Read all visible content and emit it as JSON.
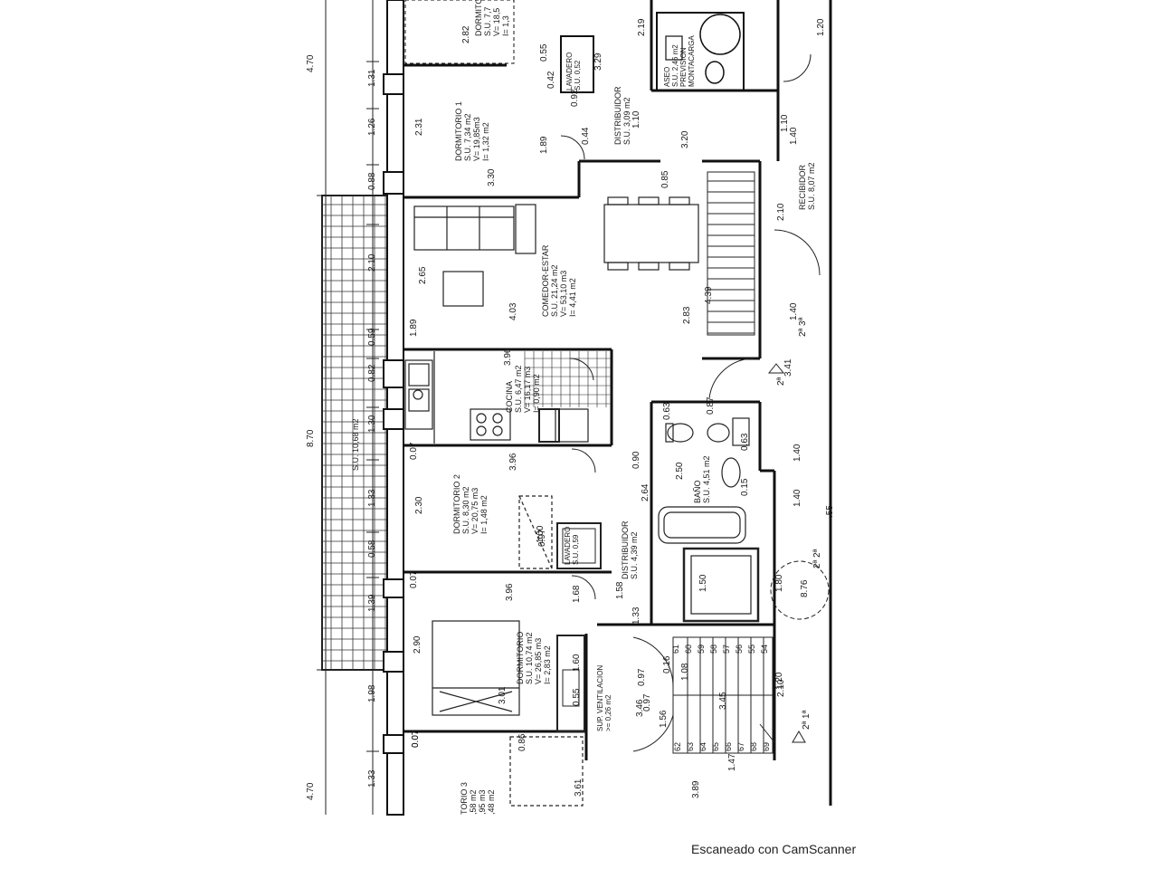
{
  "rooms": [
    {
      "id": "dormitorio1",
      "lines": [
        "DORMITORIO 1",
        "S.U.  7,34  m2",
        "V=  19,85m3",
        "I=   1,32  m2"
      ]
    },
    {
      "id": "comedor",
      "lines": [
        "COMEDOR-ESTAR",
        "S.U.  21,24  m2",
        "V=  53,10  m3",
        "I=   4,41  m2"
      ]
    },
    {
      "id": "cocina",
      "lines": [
        "COCINA",
        "S.U.  6,47  m2",
        "V=  16,17  m3",
        "I=   0,90  m2"
      ]
    },
    {
      "id": "dormitorio2",
      "lines": [
        "DORMITORIO 2",
        "S.U.  8,30  m2",
        "V=  20,75  m3",
        "I=   1,48  m2"
      ]
    },
    {
      "id": "dormitorio-principal",
      "lines": [
        "DORMITORIO",
        "S.U.  10,74  m2",
        "V=  26,85  m3",
        "I=   2,83  m2"
      ]
    },
    {
      "id": "dormitorio3",
      "lines": [
        "TORIO 3",
        ",58  m2",
        ",95  m3",
        ",48  m2"
      ]
    },
    {
      "id": "dormitorio-top",
      "lines": [
        "DORMITO",
        "S.U.  7,7",
        "V=  18,5",
        "I=   1,3"
      ]
    },
    {
      "id": "distribuidor1",
      "lines": [
        "DISTRIBUIDOR",
        "S.U.  3,09  m2"
      ]
    },
    {
      "id": "distribuidor2",
      "lines": [
        "DISTRIBUIDOR",
        "S.U.  4,39  m2"
      ]
    },
    {
      "id": "recibidor",
      "lines": [
        "RECIBIDOR",
        "S.U.  8,07  m2"
      ]
    },
    {
      "id": "bano",
      "lines": [
        "BAÑO",
        "S.U.  4,51  m2"
      ]
    },
    {
      "id": "aseo",
      "lines": [
        "ASEO",
        "S.U.  2,46 m2",
        "PREVISION",
        "MONTACARGA"
      ]
    },
    {
      "id": "lavadero1",
      "lines": [
        "LAVADERO",
        "S.U.  0,52"
      ]
    },
    {
      "id": "lavadero2",
      "lines": [
        "LAVADERO",
        "S.U.  0,59"
      ]
    },
    {
      "id": "terraza",
      "lines": [
        "S.U.  10,68  m2"
      ]
    },
    {
      "id": "ventilacion",
      "lines": [
        "SUP. VENTILACION",
        ">= 0,26 m2"
      ]
    }
  ],
  "dimensions": {
    "left_outer": [
      "4.70",
      "8.70",
      "4.70"
    ],
    "left_inner": [
      "1.31",
      "1.26",
      "0.88",
      "2.10",
      "0.59",
      "0.82",
      "1.30",
      "1.33",
      "0.58",
      "1.39",
      "1.98",
      "1.33"
    ],
    "interior": [
      "2.82",
      "2.31",
      "3.30",
      "1.89",
      "2.65",
      "4.03",
      "2.83",
      "4.39",
      "3.96",
      "3.96",
      "2.30",
      "3.96",
      "2.90",
      "3.01",
      "1.60",
      "0.55",
      "0.97",
      "1.68",
      "1.58",
      "1.33",
      "2.64",
      "0.90",
      "2.50",
      "1.50",
      "1.80",
      "1.20",
      "1.40",
      "1.40",
      "1.40",
      "1.40",
      "1.10",
      "1.10",
      "3.20",
      "2.10",
      "2.10",
      "2.19",
      "3.29",
      "0.44",
      "0.92",
      "0.55",
      "0.42",
      "0.85",
      "3.41",
      "3.46",
      "1.56",
      "0.97",
      "0.16",
      "0.97",
      "1.08",
      "3.45",
      "1.89",
      "0.07",
      "0.07",
      "0.07",
      "0.07",
      "0.15",
      "0.63",
      "0.63",
      "0.87",
      "0.86",
      "3.61",
      "1.47",
      "3.89",
      ".55",
      "8.76",
      "1.20",
      "1.00"
    ],
    "stair_numbers": [
      "54",
      "55",
      "56",
      "57",
      "58",
      "59",
      "60",
      "61",
      "62",
      "63",
      "64",
      "65",
      "66",
      "67",
      "68",
      "69"
    ],
    "levels": [
      "2ª 3ª",
      "2ª 2ª",
      "2ª 1ª",
      "2ª"
    ]
  },
  "footer": "Escaneado con CamScanner"
}
